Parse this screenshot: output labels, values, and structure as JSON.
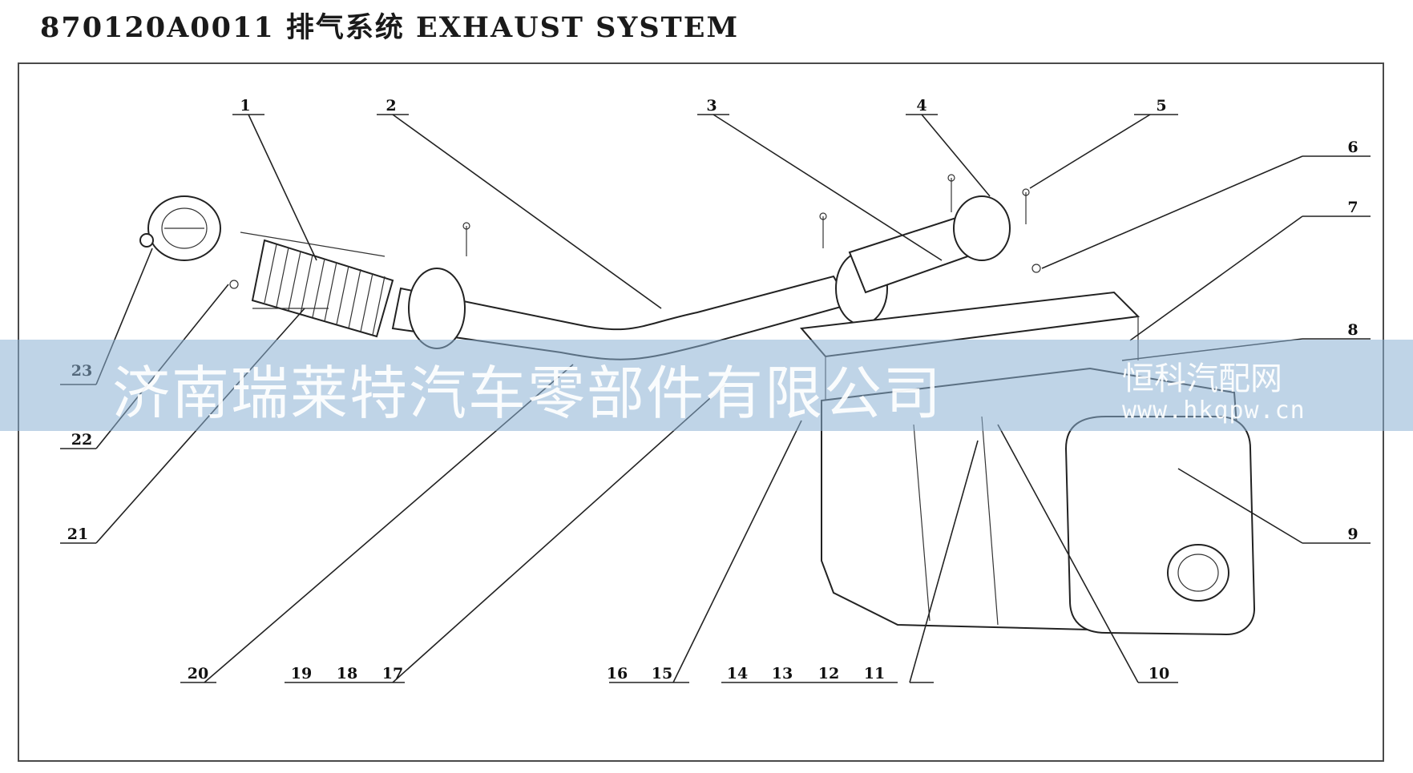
{
  "header": {
    "title": "870120A0011 排气系统 EXHAUST SYSTEM"
  },
  "callouts": [
    "1",
    "2",
    "3",
    "4",
    "5",
    "6",
    "7",
    "8",
    "9",
    "10",
    "11",
    "12",
    "13",
    "14",
    "15",
    "16",
    "17",
    "18",
    "19",
    "20",
    "21",
    "22",
    "23"
  ],
  "watermark": {
    "company": "济南瑞莱特汽车零部件有限公司",
    "brand": "恒科汽配网",
    "site": "www.hkqpw.cn"
  }
}
